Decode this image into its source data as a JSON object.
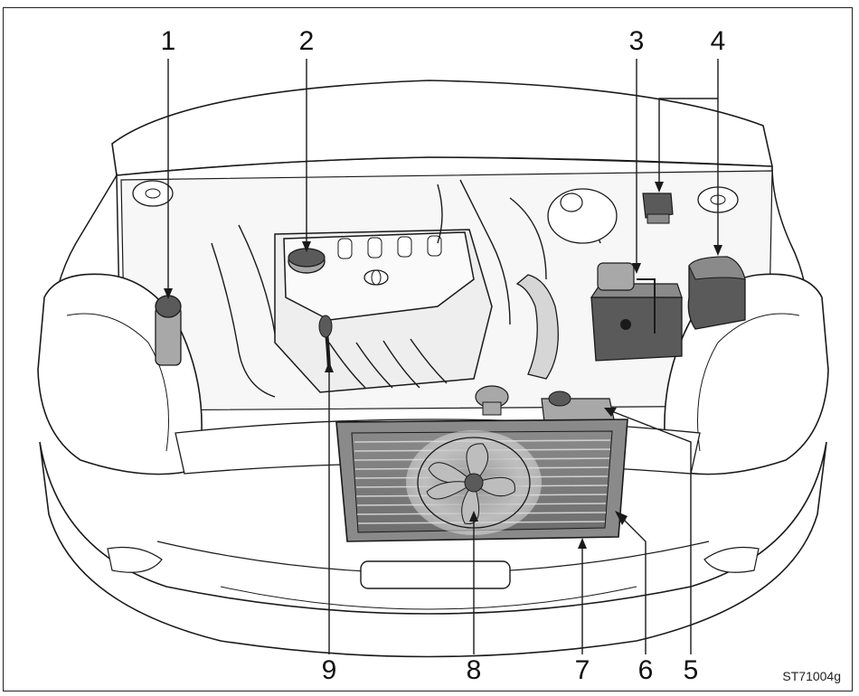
{
  "callouts": {
    "c1": "1",
    "c2": "2",
    "c3": "3",
    "c4": "4",
    "c5": "5",
    "c6": "6",
    "c7": "7",
    "c8": "8",
    "c9": "9"
  },
  "figure_code": "ST71004g",
  "colors": {
    "ink": "#1a1a1a",
    "shade_light": "#dcdcdc",
    "shade_mid": "#a8a8a8",
    "shade_dark": "#5a5a5a",
    "background": "#ffffff"
  }
}
